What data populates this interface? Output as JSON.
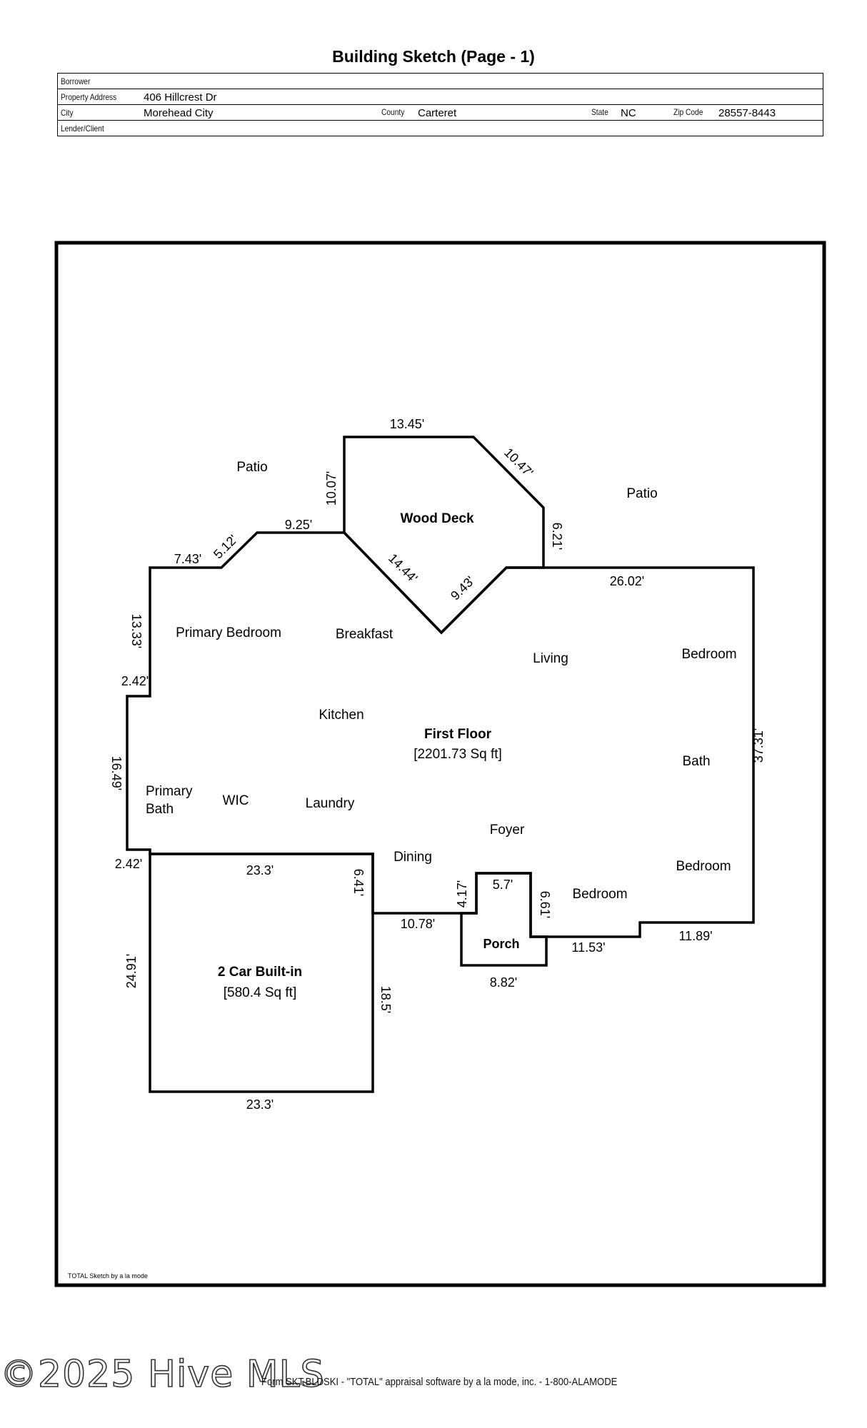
{
  "title": "Building Sketch (Page - 1)",
  "form": {
    "borrower_label": "Borrower",
    "borrower_value": "",
    "address_label": "Property Address",
    "address_value": "406 Hillcrest Dr",
    "city_label": "City",
    "city_value": "Morehead City",
    "county_label": "County",
    "county_value": "Carteret",
    "state_label": "State",
    "state_value": "NC",
    "zip_label": "Zip Code",
    "zip_value": "28557-8443",
    "lender_label": "Lender/Client",
    "lender_value": ""
  },
  "sketch": {
    "first_floor_title": "First Floor",
    "first_floor_area": "[2201.73 Sq ft]",
    "garage_title": "2 Car Built-in",
    "garage_area": "[580.4 Sq ft]",
    "wood_deck": "Wood Deck",
    "porch": "Porch",
    "rooms": {
      "patio_left": "Patio",
      "patio_right": "Patio",
      "primary_bedroom": "Primary Bedroom",
      "breakfast": "Breakfast",
      "living": "Living",
      "bedroom_top": "Bedroom",
      "kitchen": "Kitchen",
      "bath": "Bath",
      "primary_bath_1": "Primary",
      "primary_bath_2": "Bath",
      "wic": "WIC",
      "laundry": "Laundry",
      "foyer": "Foyer",
      "dining": "Dining",
      "bedroom_right": "Bedroom",
      "bedroom_porch": "Bedroom"
    },
    "dims": {
      "d_13_45": "13.45'",
      "d_10_47": "10.47'",
      "d_10_07": "10.07'",
      "d_6_21": "6.21'",
      "d_9_25": "9.25'",
      "d_5_12": "5.12'",
      "d_7_43": "7.43'",
      "d_14_44": "14.44'",
      "d_9_43": "9.43'",
      "d_26_02": "26.02'",
      "d_13_33": "13.33'",
      "d_2_42_top": "2.42'",
      "d_37_31": "37.31'",
      "d_16_49": "16.49'",
      "d_2_42_bot": "2.42'",
      "d_23_3_top": "23.3'",
      "d_6_41": "6.41'",
      "d_4_17": "4.17'",
      "d_5_7": "5.7'",
      "d_6_61": "6.61'",
      "d_10_78": "10.78'",
      "d_11_53": "11.53'",
      "d_11_89": "11.89'",
      "d_8_82": "8.82'",
      "d_24_91": "24.91'",
      "d_18_5": "18.5'",
      "d_23_3_bot": "23.3'"
    },
    "credit": "TOTAL Sketch by a la mode"
  },
  "watermark": "©2025 Hive MLS",
  "footer": "Form SKT.BLDSKI - \"TOTAL\" appraisal software by a la mode, inc. - 1-800-ALAMODE"
}
